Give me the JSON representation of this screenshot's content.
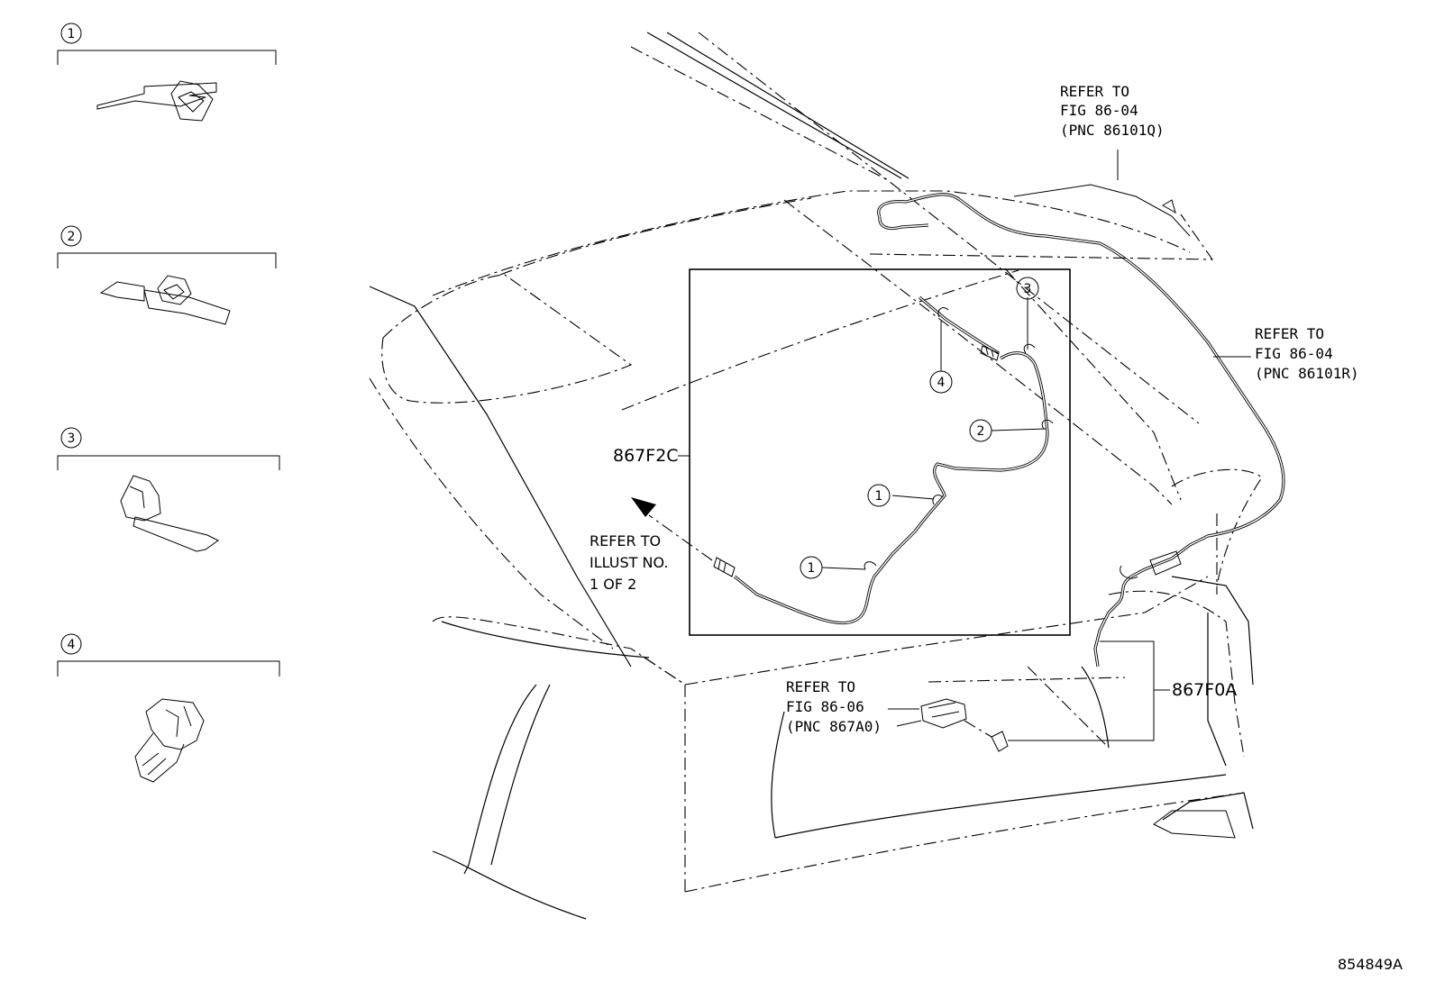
{
  "clip_items": [
    {
      "number": "1"
    },
    {
      "number": "2"
    },
    {
      "number": "3"
    },
    {
      "number": "4"
    }
  ],
  "part_numbers": {
    "harness_left": "867F2C",
    "harness_right": "867F0A"
  },
  "references": {
    "top": [
      "REFER TO",
      "FIG 86-04",
      "(PNC 86101Q)"
    ],
    "right": [
      "REFER TO",
      "FIG 86-04",
      "(PNC 86101R)"
    ],
    "bottom": [
      "REFER TO",
      "FIG 86-06",
      "(PNC 867A0)"
    ],
    "illust": [
      "REFER TO",
      "ILLUST NO.",
      "1 OF 2"
    ]
  },
  "callouts": [
    "1",
    "1",
    "2",
    "3",
    "4"
  ],
  "diagram_id": "854849A"
}
